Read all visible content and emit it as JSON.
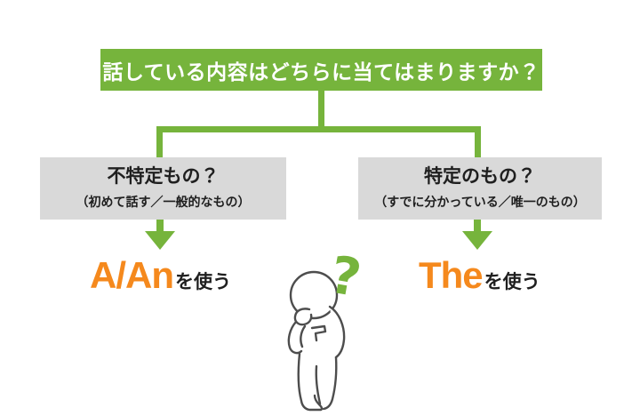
{
  "colors": {
    "green": "#76b43c",
    "orange": "#f5891d",
    "gray_box": "#d9d9d9",
    "text_dark": "#1f1f1f",
    "figure_outline": "#4d4d4d"
  },
  "header": {
    "question": "話している内容はどちらに当てはまりますか？"
  },
  "branches": [
    {
      "title": "不特定もの？",
      "subtitle": "（初めて話す／一般的なもの）",
      "result_word": "A/An",
      "result_suffix": "を使う"
    },
    {
      "title": "特定のもの？",
      "subtitle": "（すでに分かっている／唯一のもの）",
      "result_word": "The",
      "result_suffix": "を使う"
    }
  ],
  "figure": {
    "question_mark": "?"
  }
}
